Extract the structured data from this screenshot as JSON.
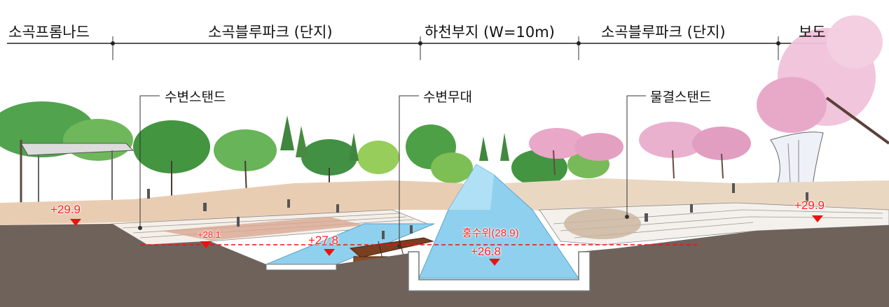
{
  "zones": [
    "소곡프롬나드",
    "소곡블루파크 (단지)",
    "하천부지 (W=10m)",
    "소곡블루파크 (단지)",
    "보도"
  ],
  "callouts": {
    "left": "수변스탠드",
    "center": "수변무대",
    "right": "물결스탠드"
  },
  "elevations": {
    "left_ground": "+29.9",
    "right_ground": "+29.9",
    "left_terrace": "+28.1",
    "stage_water": "+27.8",
    "flood_level": "홍수위(28.9)",
    "channel_bed": "+26.8"
  },
  "colors": {
    "ground": "#6e625b",
    "water": "#8fd0ee",
    "marker": "#ee1111",
    "tree": "#3e9a30",
    "cherry": "#e7a4c6"
  }
}
